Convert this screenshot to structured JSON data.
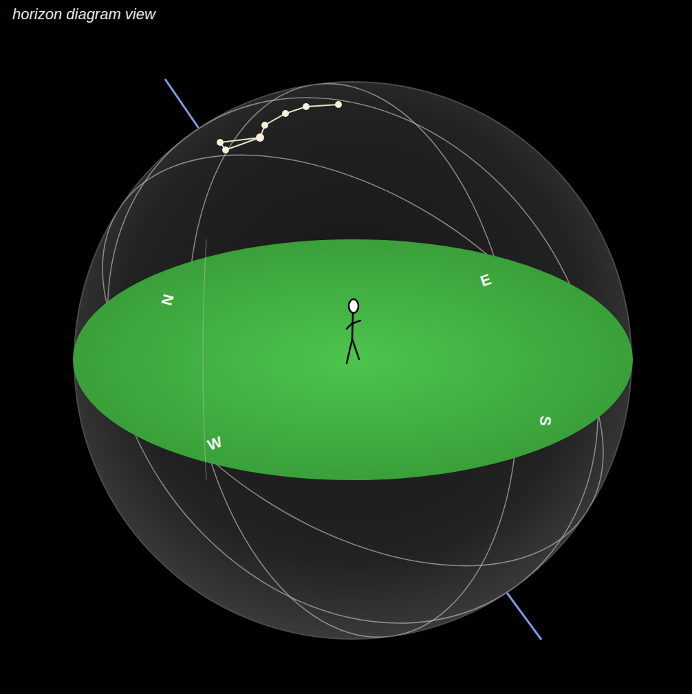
{
  "diagram": {
    "title": "horizon diagram view",
    "labels": [
      "N",
      "E",
      "S",
      "W"
    ]
  }
}
